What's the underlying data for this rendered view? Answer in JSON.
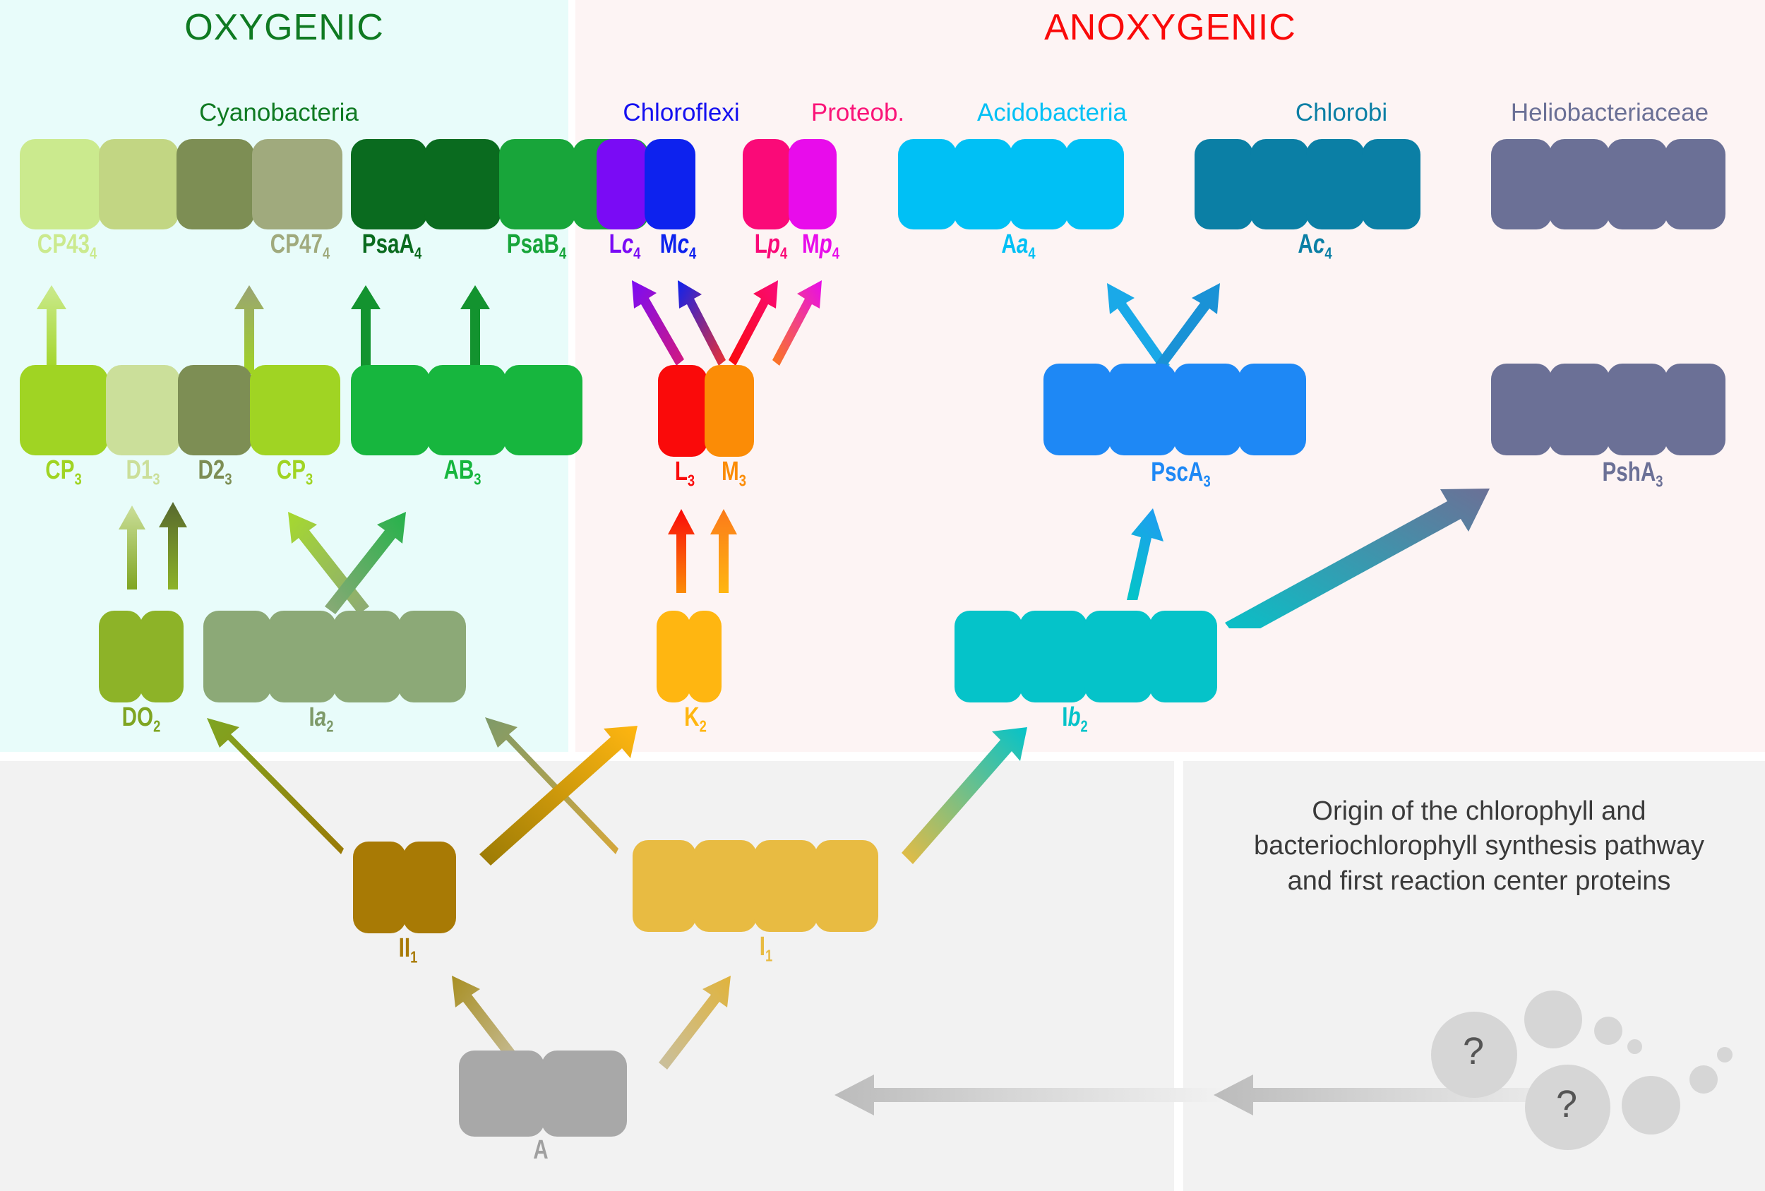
{
  "headers": {
    "oxygenic": "OXYGENIC",
    "anoxygenic": "ANOXYGENIC"
  },
  "taxa": [
    {
      "name": "Cyanobacteria",
      "color": "#0f7a22"
    },
    {
      "name": "Chloroflexi",
      "color": "#1510f0"
    },
    {
      "name": "Proteob.",
      "color": "#fa1478"
    },
    {
      "name": "Acidobacteria",
      "color": "#00c0f5"
    },
    {
      "name": "Chlorobi",
      "color": "#0b7fa5"
    },
    {
      "name": "Heliobacteriaceae",
      "color": "#6b7096"
    }
  ],
  "blocks": [
    {
      "id": "cp43",
      "label": "CP43",
      "sub": "4",
      "italic": "",
      "color": "#cbea8e",
      "segments": 1
    },
    {
      "id": "d1_4",
      "label": "",
      "sub": "",
      "italic": "",
      "color": "#c2d683",
      "segments": 1
    },
    {
      "id": "d2_4",
      "label": "",
      "sub": "",
      "italic": "",
      "color": "#7d8e54",
      "segments": 1
    },
    {
      "id": "cp47",
      "label": "CP47",
      "sub": "4",
      "italic": "",
      "color": "#a0aa7d",
      "segments": 1
    },
    {
      "id": "psaa",
      "label": "PsaA",
      "sub": "4",
      "italic": "",
      "color": "#0a6b1f",
      "segments": 2
    },
    {
      "id": "psab",
      "label": "PsaB",
      "sub": "4",
      "italic": "",
      "color": "#18a53a",
      "segments": 2
    },
    {
      "id": "cp3a",
      "label": "CP",
      "sub": "3",
      "italic": "",
      "color": "#a0d423",
      "segments": 1
    },
    {
      "id": "d1_3",
      "label": "D1",
      "sub": "3",
      "italic": "",
      "color": "#cbdf9a",
      "segments": 1
    },
    {
      "id": "d2_3",
      "label": "D2",
      "sub": "3",
      "italic": "",
      "color": "#7d8e54",
      "segments": 1
    },
    {
      "id": "cp3b",
      "label": "CP",
      "sub": "3",
      "italic": "",
      "color": "#a0d423",
      "segments": 1
    },
    {
      "id": "ab3",
      "label": "AB",
      "sub": "3",
      "italic": "",
      "color": "#17b63e",
      "segments": 3
    },
    {
      "id": "do2",
      "label": "DO",
      "sub": "2",
      "italic": "",
      "color": "#8db328",
      "segments": 2
    },
    {
      "id": "ia2",
      "label": "I",
      "sub": "2",
      "italic": "a",
      "color": "#8ca977",
      "segments": 4
    },
    {
      "id": "lc4",
      "label": "L",
      "sub": "4",
      "italic": "c",
      "color": "#7a0bf5",
      "segments": 1
    },
    {
      "id": "mc4",
      "label": "M",
      "sub": "4",
      "italic": "c",
      "color": "#0d22ee",
      "segments": 1
    },
    {
      "id": "lp4",
      "label": "L",
      "sub": "4",
      "italic": "p",
      "color": "#fa0a78",
      "segments": 1
    },
    {
      "id": "mp4",
      "label": "M",
      "sub": "4",
      "italic": "p",
      "color": "#e80ceb",
      "segments": 1
    },
    {
      "id": "l3",
      "label": "L",
      "sub": "3",
      "italic": "",
      "color": "#fa0a0a",
      "segments": 1
    },
    {
      "id": "m3",
      "label": "M",
      "sub": "3",
      "italic": "",
      "color": "#fb8c06",
      "segments": 1
    },
    {
      "id": "k2",
      "label": "K",
      "sub": "2",
      "italic": "",
      "color": "#ffb611",
      "segments": 2
    },
    {
      "id": "aa4",
      "label": "A",
      "sub": "4",
      "italic": "a",
      "color": "#00c0f5",
      "segments": 4
    },
    {
      "id": "ac4",
      "label": "A",
      "sub": "4",
      "italic": "c",
      "color": "#0b7fa5",
      "segments": 4
    },
    {
      "id": "psca3",
      "label": "PscA",
      "sub": "3",
      "italic": "",
      "color": "#1e88f5",
      "segments": 4
    },
    {
      "id": "ib2",
      "label": "I",
      "sub": "2",
      "italic": "b",
      "color": "#05c3c9",
      "segments": 4
    },
    {
      "id": "psha4",
      "label": "",
      "sub": "",
      "italic": "",
      "color": "#6b7096",
      "segments": 4
    },
    {
      "id": "psha3",
      "label": "PshA",
      "sub": "3",
      "italic": "",
      "color": "#6b7096",
      "segments": 4
    },
    {
      "id": "ii1",
      "label": "II",
      "sub": "1",
      "italic": "",
      "color": "#a87a05",
      "segments": 2
    },
    {
      "id": "i1",
      "label": "I",
      "sub": "1",
      "italic": "",
      "color": "#e8bb42",
      "segments": 4
    },
    {
      "id": "a0",
      "label": "A",
      "sub": "",
      "italic": "",
      "color": "#a8a8a8",
      "segments": 2
    }
  ],
  "note": {
    "line1": "Origin of the chlorophyll and",
    "line2": "bacteriochlorophyll synthesis pathway",
    "line3": "and first reaction center proteins"
  },
  "question_marks": [
    "?",
    "?"
  ],
  "colors": {
    "oxygenic_bg": "#e8fcfa",
    "anoxygenic_bg": "#fdf4f4",
    "bottom_bg": "#f2f2f2",
    "oxygenic_title": "#0f7a22",
    "anoxygenic_title": "#fa0a0a"
  }
}
